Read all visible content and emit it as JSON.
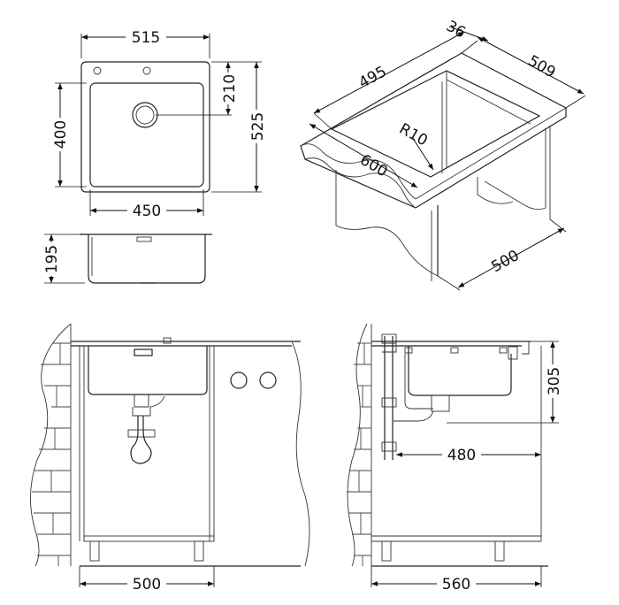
{
  "top_view": {
    "width_outer": "515",
    "width_bowl": "450",
    "depth_bowl": "400",
    "depth_outer": "525",
    "depth_offset": "210"
  },
  "side_view": {
    "bowl_depth": "195"
  },
  "iso_view": {
    "rim": "36",
    "length": "495",
    "width": "509",
    "radius": "R10",
    "front": "600",
    "cabinet": "500"
  },
  "front_install": {
    "cabinet_width": "500"
  },
  "side_install": {
    "cabinet_depth": "560",
    "drain_height": "305",
    "drain_distance": "480"
  }
}
